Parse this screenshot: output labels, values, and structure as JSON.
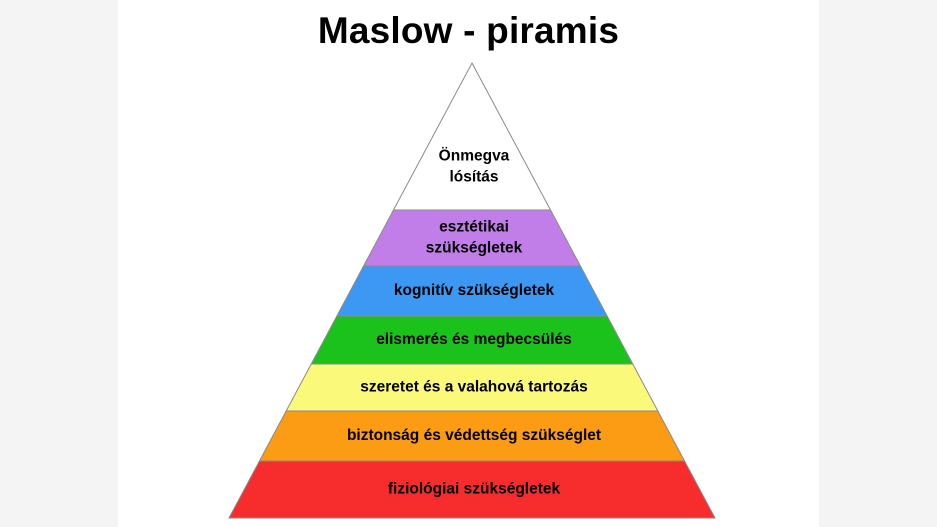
{
  "title": "Maslow - piramis",
  "layers": [
    {
      "lines": [
        "Önmegva",
        "lósítás"
      ],
      "color": "#ffffff"
    },
    {
      "lines": [
        "esztétikai",
        "szükségletek"
      ],
      "color": "#c27ee8"
    },
    {
      "lines": [
        "kognitív szükségletek"
      ],
      "color": "#3d98f3"
    },
    {
      "lines": [
        "elismerés és megbecsülés"
      ],
      "color": "#1cc21c"
    },
    {
      "lines": [
        "szeretet és a valahová tartozás"
      ],
      "color": "#fbf97a"
    },
    {
      "lines": [
        "biztonság és védettség szükséglet"
      ],
      "color": "#fb9c14"
    },
    {
      "lines": [
        "fiziológiai szükségletek"
      ],
      "color": "#f72d2d"
    }
  ]
}
